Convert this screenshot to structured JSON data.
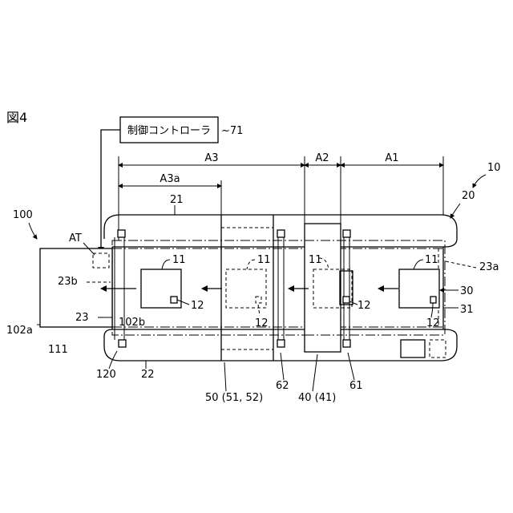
{
  "figure": {
    "title": "図4",
    "controller_label": "制御コントローラ",
    "labels": {
      "l71": "~71",
      "l10": "10",
      "l20": "20",
      "l100": "100",
      "lAT": "AT",
      "lA1": "A1",
      "lA2": "A2",
      "lA3": "A3",
      "lA3a": "A3a",
      "l21": "21",
      "l22": "22",
      "l23": "23",
      "l23a": "23a",
      "l23b": "23b",
      "l30": "30",
      "l31": "31",
      "l11a": "11",
      "l11b": "11",
      "l11c": "11",
      "l11d": "11",
      "l12a": "12",
      "l12b": "12",
      "l12c": "12",
      "l12d": "12",
      "l102a": "102a",
      "l102b": "102b",
      "l111": "111",
      "l120": "120",
      "l50": "50 (51, 52)",
      "l62": "62",
      "l40": "40 (41)",
      "l61": "61"
    }
  }
}
